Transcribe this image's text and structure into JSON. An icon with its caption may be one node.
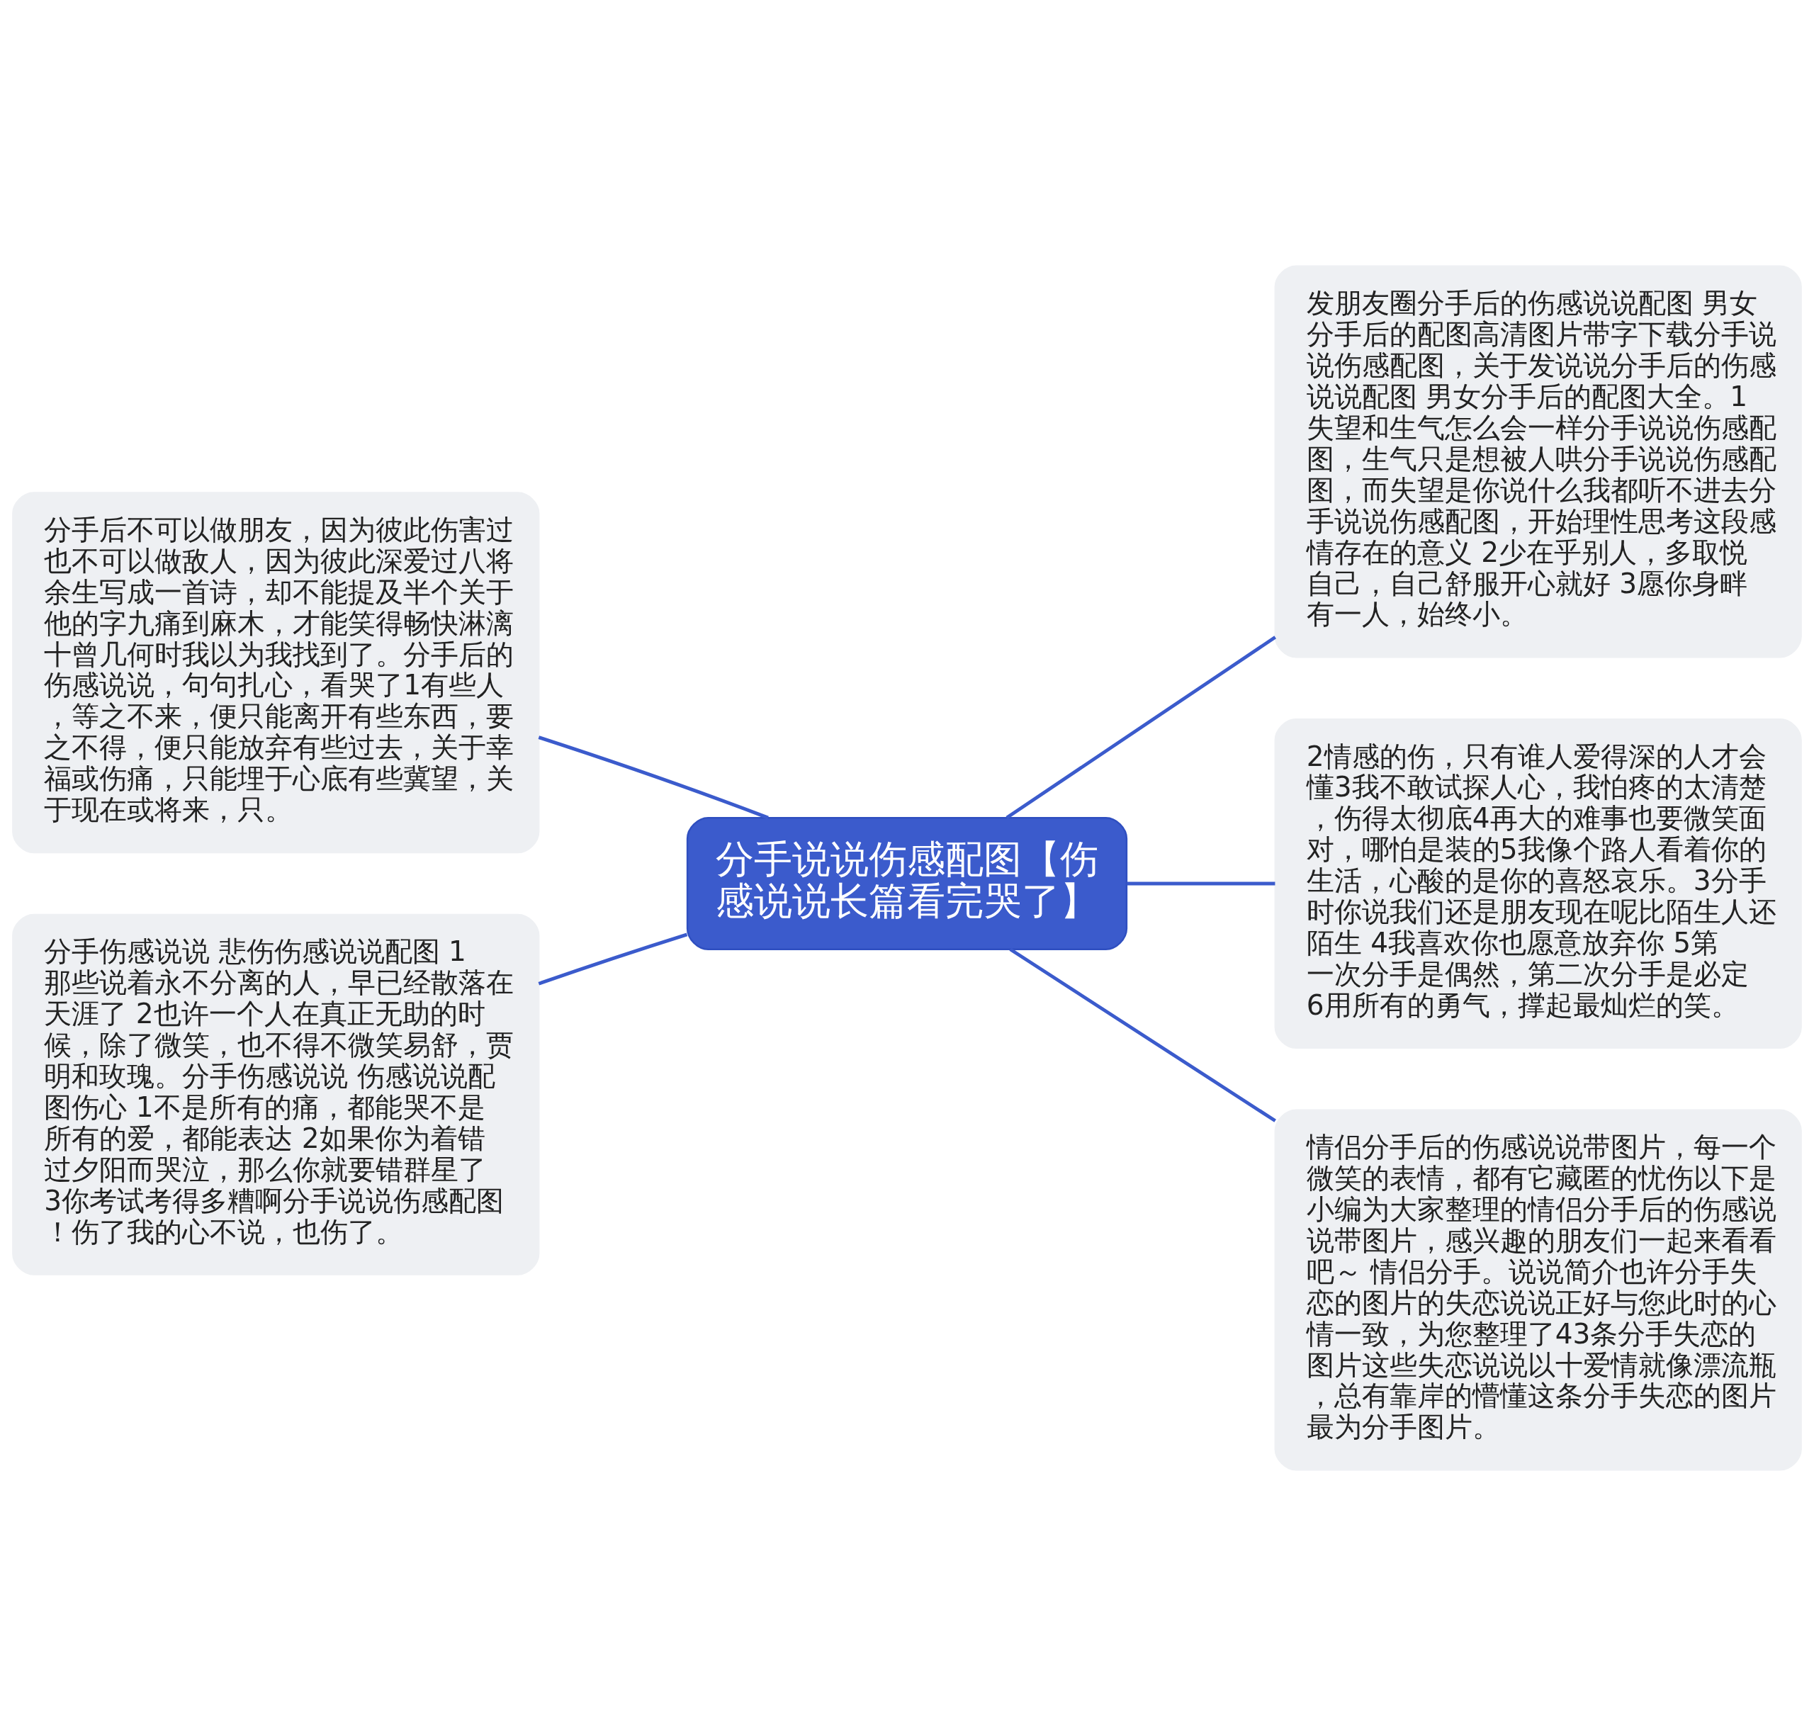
{
  "diagram": {
    "nodes": [
      {
        "text": [
          "分手说说伤感配图【伤感说说长篇看完哭了】"
        ]
      },
      {
        "text": [
          "分手后不可以做朋友，因为彼此伤害过也不可以做敌人，因为彼此深爱过八将余生写成一首诗，却不能提及半个关于他的字九痛到麻木，才能笑得畅快淋漓十曾几何时我以为我找到了。分手后的伤感说说，句句扎心，看哭了1有些人，等之不来，便只能离开有些东西，要之不得，便只能放弃有些过去，关于幸福或伤痛，只能埋于心底有些冀望，关于现在或将来，只。"
        ]
      },
      {
        "text": [
          "分手伤感说说 悲伤伤感说说配图 1那些说着永不分离的人，早已经散落在天涯了 2也许一个人在真正无助的时候，除了微笑，也不得不微笑易舒，贾明和玫瑰。分手伤感说说 伤感说说配图伤心 1不是所有的痛，都能哭不是所有的爱，都能表达 2如果你为着错过夕阳而哭泣，那么你就要错群星了 3你考试考得多糟啊分手说说伤感配图！伤了我的心不说，也伤了。"
        ]
      },
      {
        "text": [
          "发朋友圈分手后的伤感说说配图 男女分手后的配图高清图片带字下载分手说说伤感配图，关于发说说分手后的伤感说说配图 男女分手后的配图大全。1失望和生气怎么会一样分手说说伤感配图，生气只是想被人哄分手说说伤感配图，而失望是你说什么我都听不进去分手说说伤感配图，开始理性思考这段感情存在的意义 2少在乎别人，多取悦自己，自己舒服开心就好 3愿你身畔有一人，始终小。"
        ]
      },
      {
        "text": [
          "2情感的伤，只有谁人爱得深的人才会懂3我不敢试探人心，我怕疼的太清楚，伤得太彻底4再大的难事也要微笑面对，哪怕是装的5我像个路人看着你的生活，心酸的是你的喜怒哀乐。3分手时你说我们还是朋友现在呢比陌生人还陌生 4我喜欢你也愿意放弃你 5第一次分手是偶然，第二次分手是必定 6用所有的勇气，撑起最灿烂的笑。"
        ]
      },
      {
        "text": [
          "情侣分手后的伤感说说带图片，每一个微笑的表情，都有它藏匿的忧伤以下是小编为大家整理的情侣分手后的伤感说说带图片，感兴趣的朋友们一起来看看吧～ 情侣分手。说说简介也许分手失恋的图片的失恋说说正好与您此时的心情一致，为您整理了43条分手失恋的图片这些失恋说说以十爱情就像漂流瓶，总有靠岸的懵懂这条分手失恋的图片最为分手图片。"
        ]
      }
    ],
    "edges": [
      {
        "from": 0,
        "to": 1,
        "arrow": "none"
      },
      {
        "from": 0,
        "to": 2,
        "arrow": "none"
      },
      {
        "from": 0,
        "to": 3,
        "arrow": "none"
      },
      {
        "from": 0,
        "to": 4,
        "arrow": "none"
      },
      {
        "from": 0,
        "to": 5,
        "arrow": "none"
      }
    ]
  }
}
